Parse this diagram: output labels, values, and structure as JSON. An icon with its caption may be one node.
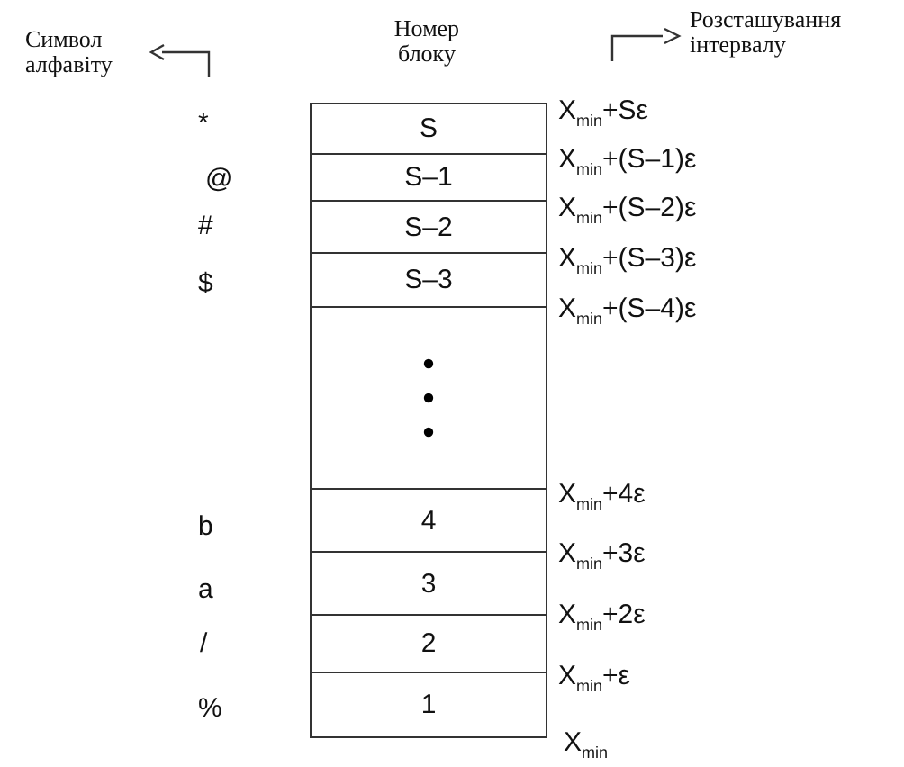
{
  "diagram": {
    "nodes": [
      {
        "text": [
          "S"
        ]
      },
      {
        "text": [
          "S–1"
        ]
      },
      {
        "text": [
          "S–2"
        ]
      },
      {
        "text": [
          "S–3"
        ]
      },
      {
        "text": [],
        "shape": "box"
      },
      {
        "text": [
          "4"
        ]
      },
      {
        "text": [
          "3"
        ]
      },
      {
        "text": [
          "2"
        ]
      },
      {
        "text": [
          "1"
        ]
      }
    ],
    "edges": [],
    "labels": [
      "Символ алфавіту",
      "Номер блоку",
      "Розсташування інтервалу",
      "X$_{min}$+Sε",
      "*",
      "X$_{min}$+(S–1)ε",
      "@",
      "X$_{min}$+(S–2)ε",
      "#",
      "X$_{min}$+(S–3)ε",
      "$",
      "X$_{min}$+(S–4)ε",
      "X$_{min}$+4ε",
      "b",
      "X$_{min}$+3ε",
      "a",
      "X$_{min}$+2ε",
      "/",
      "X$_{min}$+ε",
      "%",
      "X$_{min}$"
    ]
  }
}
